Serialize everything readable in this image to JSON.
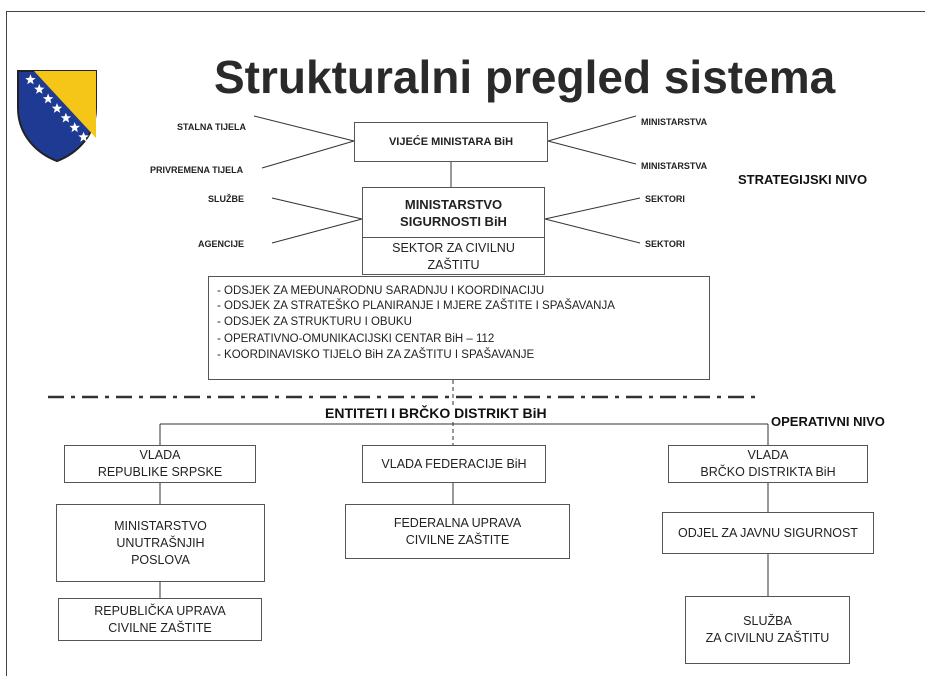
{
  "title": "Strukturalni pregled sistema",
  "flag": {
    "colors": {
      "blue": "#1f3a93",
      "yellow": "#f5c518",
      "star": "#ffffff"
    }
  },
  "top": {
    "council": "VIJEĆE MINISTARA BiH",
    "left_labels": [
      "STALNA TIJELA",
      "PRIVREMENA TIJELA"
    ],
    "right_labels": [
      "MINISTARSTVA",
      "MINISTARSTVA"
    ]
  },
  "ministry": {
    "name_lines": [
      "MINISTARSTVO",
      "SIGURNOSTI BiH"
    ],
    "sector_lines": [
      "SEKTOR ZA CIVILNU",
      "ZAŠTITU"
    ],
    "left_labels": [
      "SLUŽBE",
      "AGENCIJE"
    ],
    "right_labels": [
      "SEKTORI",
      "SEKTORI"
    ]
  },
  "strategic_level": "STRATEGIJSKI NIVO",
  "departments": [
    "- ODSJEK ZA MEĐUNARODNU SARADNJU I KOORDINACIJU",
    "- ODSJEK ZA STRATEŠKO PLANIRANJE I MJERE ZAŠTITE I SPAŠAVANJA",
    "- ODSJEK ZA STRUKTURU I OBUKU",
    "- OPERATIVNO-OMUNIKACIJSKI CENTAR BiH – 112",
    "- KOORDINAVISKO TIJELO BiH ZA ZAŠTITU I SPAŠAVANJE"
  ],
  "operative_level": "OPERATIVNI NIVO",
  "entities_title": "ENTITETI I BRČKO DISTRIKT BiH",
  "rs": {
    "government_lines": [
      "VLADA",
      "REPUBLIKE SRPSKE"
    ],
    "ministry_lines": [
      "MINISTARSTVO",
      "UNUTRAŠNJIH",
      "POSLOVA"
    ],
    "agency_lines": [
      "REPUBLIČKA UPRAVA",
      "CIVILNE ZAŠTITE"
    ]
  },
  "fbih": {
    "government_lines": [
      "VLADA FEDERACIJE BiH"
    ],
    "agency_lines": [
      "FEDERALNA UPRAVA",
      "CIVILNE ZAŠTITE"
    ]
  },
  "brcko": {
    "government_lines": [
      "VLADA",
      "BRČKO DISTRIKTA BiH"
    ],
    "department_lines": [
      "ODJEL ZA JAVNU SIGURNOST"
    ],
    "service_lines": [
      "SLUŽBA",
      "ZA CIVILNU ZAŠTITU"
    ]
  }
}
